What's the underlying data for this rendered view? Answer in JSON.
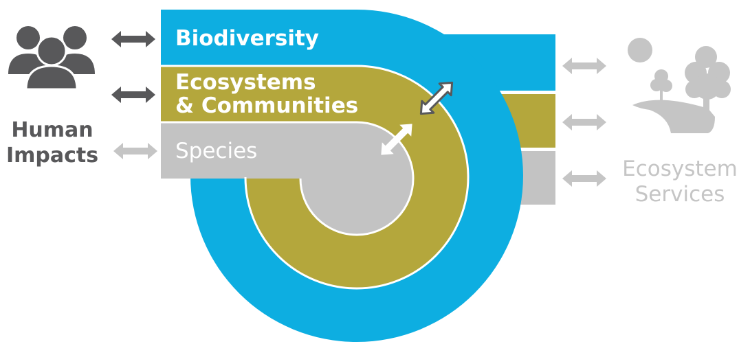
{
  "colors": {
    "biodiversity": "#0daee1",
    "ecosystems": "#b4a73c",
    "species": "#c3c3c3",
    "human_dark": "#58585a",
    "services_light": "#c5c5c5",
    "white": "#ffffff"
  },
  "levels": {
    "biodiversity": {
      "label": "Biodiversity"
    },
    "ecosystems": {
      "label_line1": "Ecosystems",
      "label_line2": "& Communities"
    },
    "species": {
      "label": "Species"
    }
  },
  "human_impacts": {
    "icon": "people-group-icon",
    "label_line1": "Human",
    "label_line2": "Impacts"
  },
  "ecosystem_services": {
    "icon": "sun-tree-landscape-icon",
    "label_line1": "Ecosystem",
    "label_line2": "Services"
  },
  "connectors": {
    "left": [
      "biodiversity",
      "ecosystems",
      "species"
    ],
    "right": [
      "biodiversity",
      "ecosystems",
      "species"
    ],
    "arrow_icon": "double-arrow-icon"
  }
}
